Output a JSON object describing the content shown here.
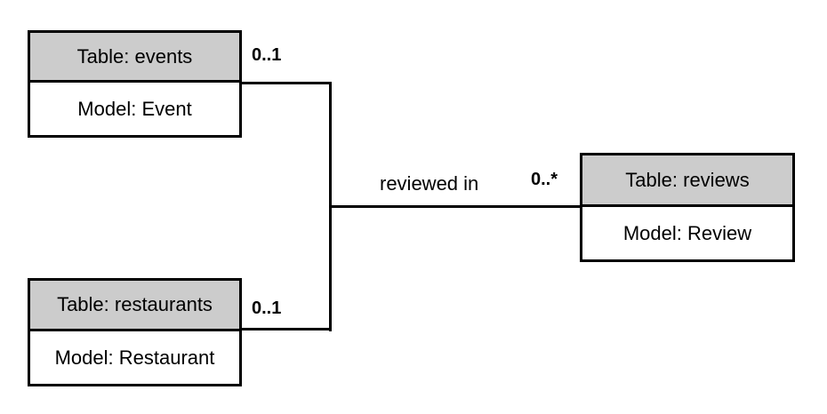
{
  "diagram": {
    "entities": [
      {
        "id": "events",
        "table_label": "Table: events",
        "model_label": "Model: Event"
      },
      {
        "id": "restaurants",
        "table_label": "Table: restaurants",
        "model_label": "Model: Restaurant"
      },
      {
        "id": "reviews",
        "table_label": "Table: reviews",
        "model_label": "Model: Review"
      }
    ],
    "relationship": {
      "label": "reviewed in",
      "events_cardinality": "0..1",
      "restaurants_cardinality": "0..1",
      "reviews_cardinality": "0..*"
    },
    "colors": {
      "background": "#ffffff",
      "entity_header_fill": "#cccccc",
      "entity_body_fill": "#ffffff",
      "line": "#000000",
      "text": "#000000"
    }
  }
}
